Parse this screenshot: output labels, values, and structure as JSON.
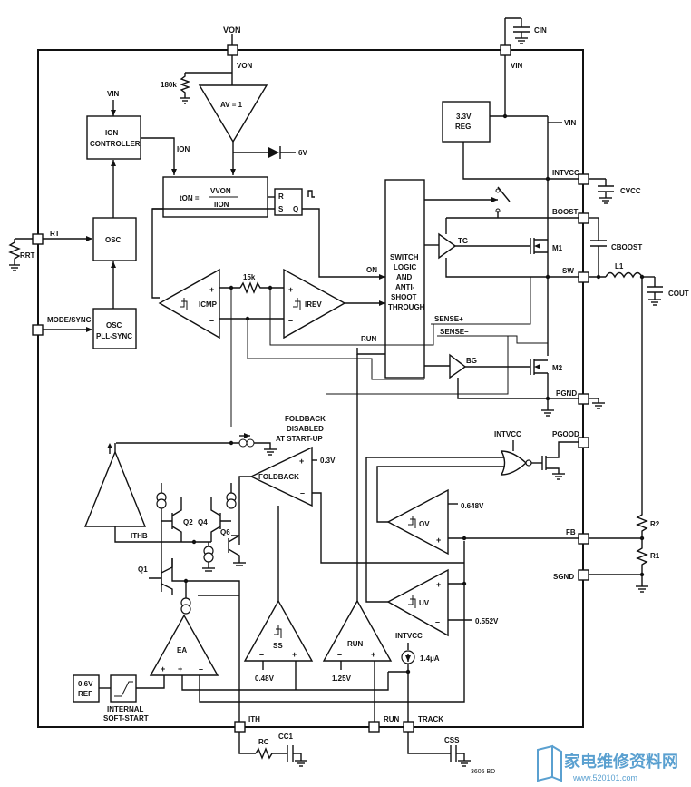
{
  "pins": {
    "von": "VON",
    "vin": "VIN",
    "cin": "CIN",
    "rt": "RT",
    "rrt": "RRT",
    "mode_sync": "MODE/SYNC",
    "intvcc": "INTVCC",
    "cvcc": "CVCC",
    "boost": "BOOST",
    "cboost": "CBOOST",
    "sw": "SW",
    "l1": "L1",
    "cout": "COUT",
    "pgnd": "PGND",
    "pgood": "PGOOD",
    "fb": "FB",
    "sgnd": "SGND",
    "ith": "ITH",
    "run": "RUN",
    "track": "TRACK",
    "rc": "RC",
    "cc1": "CC1",
    "css": "CSS",
    "r1": "R1",
    "r2": "R2"
  },
  "blocks": {
    "ion_controller_line1": "ION",
    "ion_controller_line2": "CONTROLLER",
    "osc": "OSC",
    "osc_pll_line1": "OSC",
    "osc_pll_line2": "PLL-SYNC",
    "reg_line1": "3.3V",
    "reg_line2": "REG",
    "ton_lhs": "tON =",
    "ton_num": "VVON",
    "ton_den": "IION",
    "switch_logic": [
      "SWITCH",
      "LOGIC",
      "AND",
      "ANTI-",
      "SHOOT",
      "THROUGH"
    ],
    "ref_line1": "0.6V",
    "ref_line2": "REF",
    "internal_softstart_line1": "INTERNAL",
    "internal_softstart_line2": "SOFT-START"
  },
  "labels": {
    "av": "AV = 1",
    "r180k": "180k",
    "v6": "6V",
    "vin_top": "VIN",
    "ion": "ION",
    "r": "R",
    "s": "S",
    "q": "Q",
    "on": "ON",
    "tg": "TG",
    "bg": "BG",
    "m1": "M1",
    "m2": "M2",
    "icmp": "ICMP",
    "irev": "IREV",
    "r15k": "15k",
    "sense_plus": "SENSE+",
    "sense_minus": "SENSE–",
    "run_int": "RUN",
    "foldback_note": [
      "FOLDBACK",
      "DISABLED",
      "AT START-UP"
    ],
    "foldback": "FOLDBACK",
    "v03": "0.3V",
    "ithb": "ITHB",
    "q1": "Q1",
    "q2": "Q2",
    "q4": "Q4",
    "q6": "Q6",
    "ea": "EA",
    "ss": "SS",
    "run_amp": "RUN",
    "v048": "0.48V",
    "v125": "1.25V",
    "intvcc_src": "INTVCC",
    "i14": "1.4µA",
    "ov": "OV",
    "uv": "UV",
    "v0648": "0.648V",
    "v0552": "0.552V",
    "intvcc_or": "INTVCC",
    "vin_right": "VIN",
    "plus": "+",
    "minus": "–",
    "fig": "3605 BD"
  },
  "watermark": {
    "cn": "家电维修资料网",
    "url": "www.520101.com"
  }
}
